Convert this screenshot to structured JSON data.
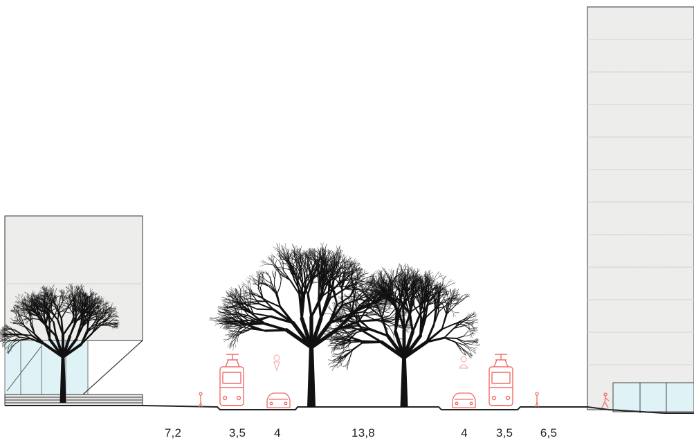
{
  "section": {
    "dimensions": [
      {
        "label": "7,2"
      },
      {
        "label": "3,5"
      },
      {
        "label": "4"
      },
      {
        "label": "13,8"
      },
      {
        "label": "4"
      },
      {
        "label": "3,5"
      },
      {
        "label": "6,5"
      }
    ]
  },
  "colors": {
    "facade": "#ececea",
    "outline": "#333333",
    "ground": "#222222",
    "vehicles": "#f26b6b",
    "glazing": "#dff2f6",
    "trees": "#111111"
  }
}
